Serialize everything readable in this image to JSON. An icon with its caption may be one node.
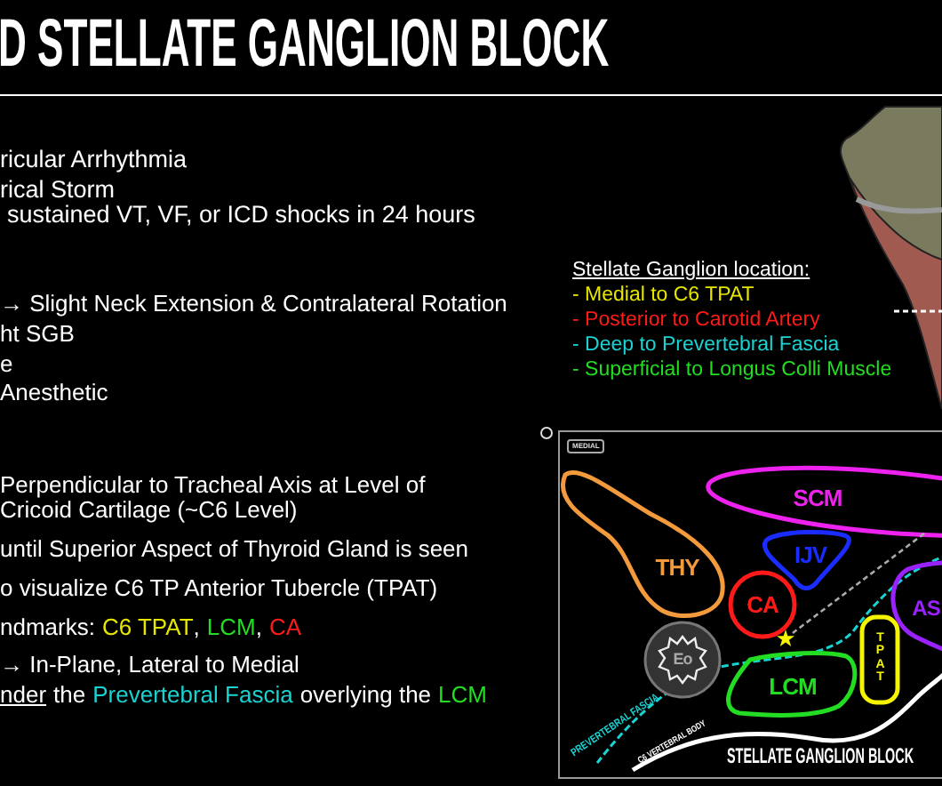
{
  "diagram": {
    "title": "D STELLATE GANGLION BLOCK",
    "nodes": [
      {
        "text": [
          "THY"
        ]
      },
      {
        "text": [
          "SCM"
        ]
      },
      {
        "text": [
          "IJV"
        ]
      },
      {
        "text": [
          "CA"
        ]
      },
      {
        "text": [
          "Eo"
        ]
      },
      {
        "text": [
          "LCM"
        ]
      },
      {
        "text": [
          "TPAT"
        ]
      },
      {
        "text": [
          "AS"
        ]
      },
      {
        "text": [],
        "shape": "star"
      }
    ],
    "edges": [
      {
        "from": 1,
        "to": 8,
        "arrow": "none",
        "style": "dashed"
      }
    ],
    "labels": [
      "ricular Arrhythmia",
      "rical Storm",
      "sustained VT, VF, or ICD shocks in 24 hours",
      "→ Slight Neck Extension & Contralateral Rotation",
      "ht SGB",
      "e",
      "Anesthetic",
      "Perpendicular to Tracheal Axis at Level of",
      "Cricoid Cartilage (~C6 Level)",
      "until Superior Aspect of Thyroid Gland is seen",
      "o visualize C6 TP Anterior Tubercle (TPAT)",
      "ndmarks:",
      "C6 TPAT",
      ",",
      "LCM",
      ",",
      "CA",
      "→ In-Plane, Lateral to Medial",
      "nder",
      "the",
      "Prevertebral Fascia",
      "overlying the",
      "LCM",
      "Stellate Ganglion location:",
      "- Medial to C6 TPAT",
      "- Posterior to Carotid Artery",
      "- Deep to Prevertebral Fascia",
      "- Superficial to Longus Colli Muscle",
      "MEDIAL",
      "PREVERTEBRAL FASCIA",
      "C6 VERTEBRAL BODY",
      "STELLATE GANGLION BLOCK"
    ]
  }
}
